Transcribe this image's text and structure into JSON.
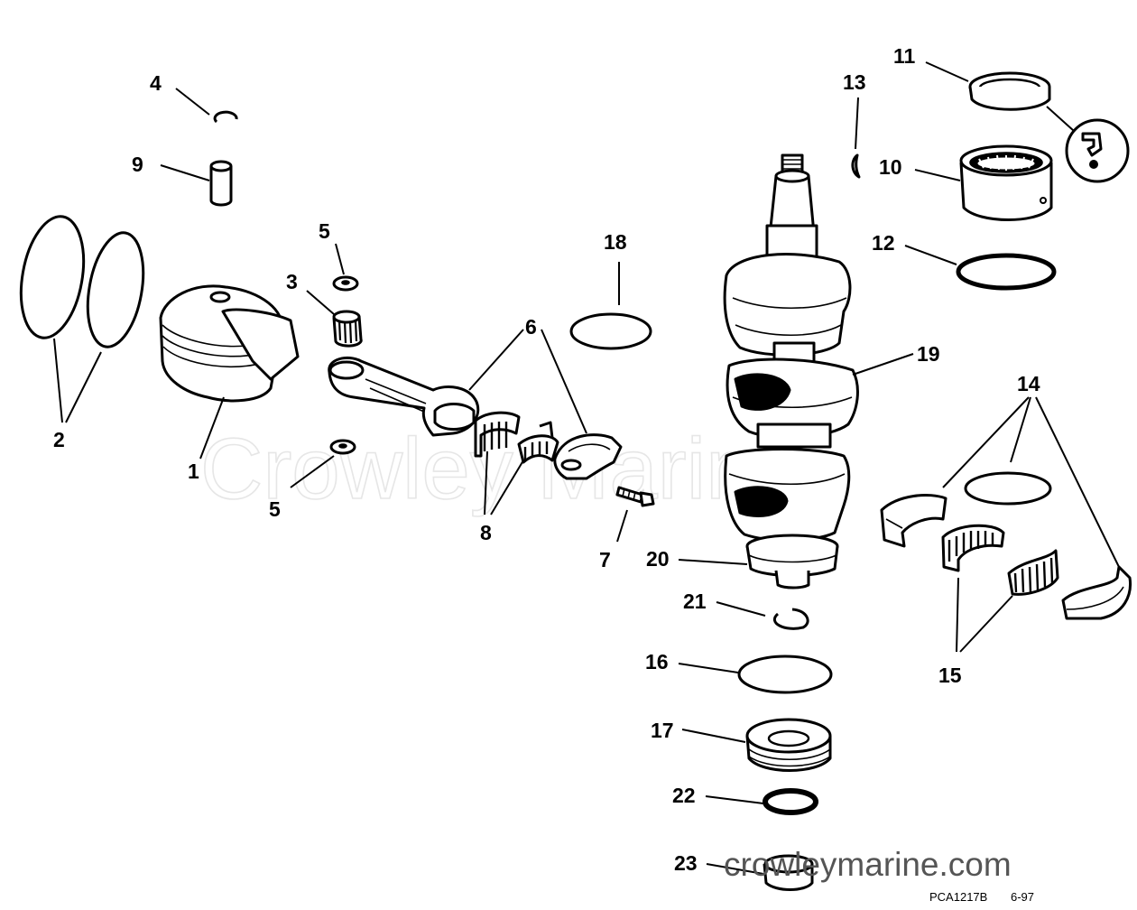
{
  "watermark": "Crowley Marine",
  "site_text": "crowleymarine.com",
  "drawing_code": "PCA1217B",
  "drawing_date": "6-97",
  "callouts": {
    "c1": "1",
    "c2": "2",
    "c3": "3",
    "c4": "4",
    "c5a": "5",
    "c5b": "5",
    "c6": "6",
    "c7": "7",
    "c8": "8",
    "c9": "9",
    "c10": "10",
    "c11": "11",
    "c12": "12",
    "c13": "13",
    "c14": "14",
    "c15": "15",
    "c16": "16",
    "c17": "17",
    "c18": "18",
    "c19": "19",
    "c20": "20",
    "c21": "21",
    "c22": "22",
    "c23": "23"
  }
}
